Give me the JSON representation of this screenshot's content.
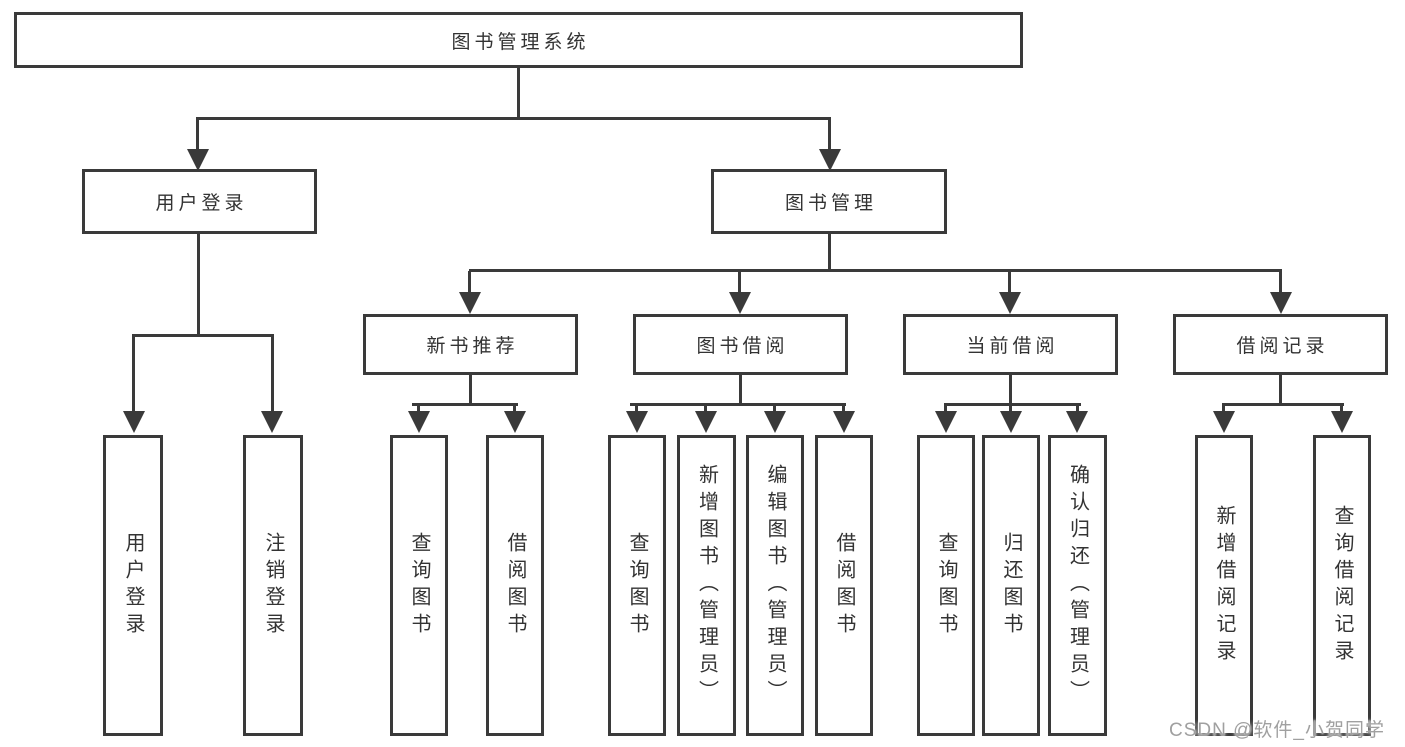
{
  "diagram": {
    "root": {
      "label": "图书管理系统"
    },
    "branches": [
      {
        "label": "用户登录",
        "children": [
          {
            "label": "用户登录"
          },
          {
            "label": "注销登录"
          }
        ]
      },
      {
        "label": "图书管理",
        "children": [
          {
            "label": "新书推荐",
            "children": [
              {
                "label": "查询图书"
              },
              {
                "label": "借阅图书"
              }
            ]
          },
          {
            "label": "图书借阅",
            "children": [
              {
                "label": "查询图书"
              },
              {
                "label": "新增图书（管理员）"
              },
              {
                "label": "编辑图书（管理员）"
              },
              {
                "label": "借阅图书"
              }
            ]
          },
          {
            "label": "当前借阅",
            "children": [
              {
                "label": "查询图书"
              },
              {
                "label": "归还图书"
              },
              {
                "label": "确认归还（管理员）"
              }
            ]
          },
          {
            "label": "借阅记录",
            "children": [
              {
                "label": "新增借阅记录"
              },
              {
                "label": "查询借阅记录"
              }
            ]
          }
        ]
      }
    ]
  },
  "watermark": "CSDN @软件_小贺同学",
  "colors": {
    "line": "#3a3a3a",
    "text": "#333333",
    "watermark": "#a0a0a0",
    "background": "#ffffff"
  }
}
